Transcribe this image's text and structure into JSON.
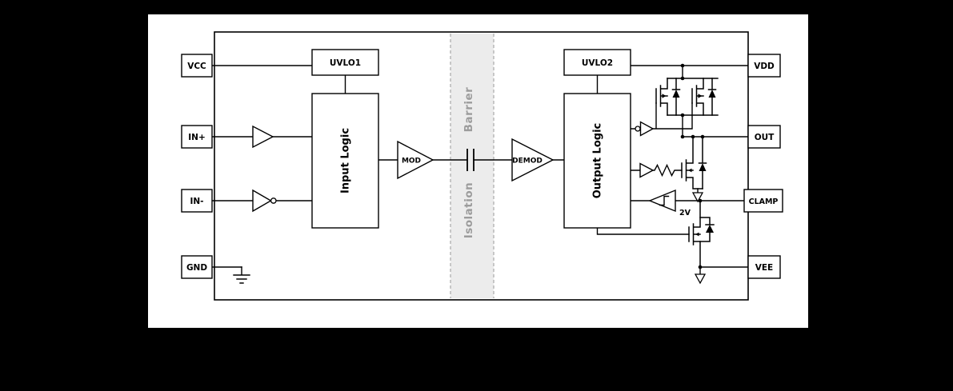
{
  "diagram": {
    "pins": {
      "left": [
        {
          "label": "VCC"
        },
        {
          "label": "IN+"
        },
        {
          "label": "IN-"
        },
        {
          "label": "GND"
        }
      ],
      "right": [
        {
          "label": "VDD"
        },
        {
          "label": "OUT"
        },
        {
          "label": "CLAMP"
        },
        {
          "label": "VEE"
        }
      ]
    },
    "blocks": {
      "uvlo1": {
        "label": "UVLO1"
      },
      "input_logic": {
        "label": "Input Logic"
      },
      "mod": {
        "label": "MOD"
      },
      "demod": {
        "label": "DEMOD"
      },
      "uvlo2": {
        "label": "UVLO2"
      },
      "output_logic": {
        "label": "Output Logic"
      }
    },
    "isolation_barrier": {
      "word_top": "Barrier",
      "word_bottom": "Isolation"
    },
    "annotations": {
      "clamp_reference": "2V"
    },
    "colors": {
      "background": "#000000",
      "panel": "#ffffff",
      "ink": "#000000",
      "barrier_fill": "#ececec",
      "barrier_edge": "#b3b3b3",
      "barrier_text": "#9c9c9c"
    }
  }
}
